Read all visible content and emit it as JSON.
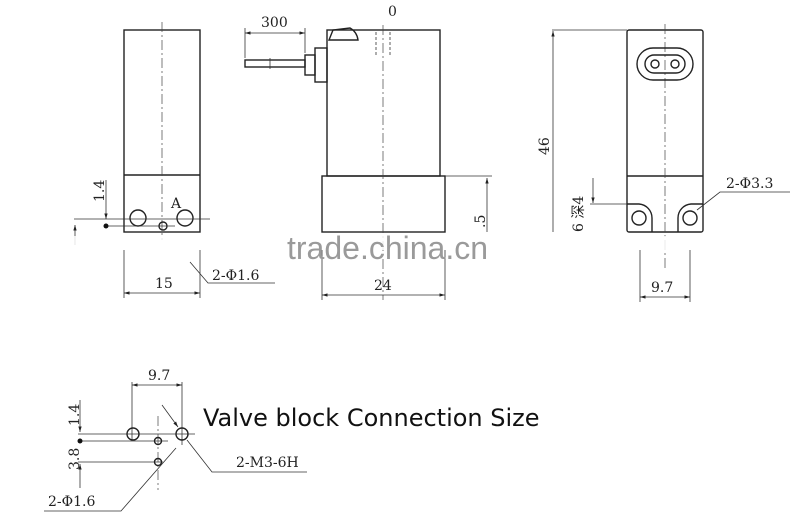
{
  "drawing": {
    "side_view": {
      "dim_height": "1.4",
      "port_label": "A",
      "dim_width": "15",
      "hole_callout": "2-Φ1.6"
    },
    "front_view": {
      "dim_top": "0",
      "dim_cable": "300",
      "dim_right": ".5",
      "dim_width": "24"
    },
    "end_view": {
      "dim_height": "46",
      "dim_depth": "6 深4",
      "hole_callout": "2-Φ3.3",
      "dim_pitch": "9.7"
    },
    "connection": {
      "title": "Valve block Connection Size",
      "dim_pitch": "9.7",
      "dim_a": "1.4",
      "dim_b": "3.8",
      "thread_callout": "2-M3-6H",
      "hole_callout": "2-Φ1.6"
    },
    "watermark": "trade.china.cn"
  }
}
